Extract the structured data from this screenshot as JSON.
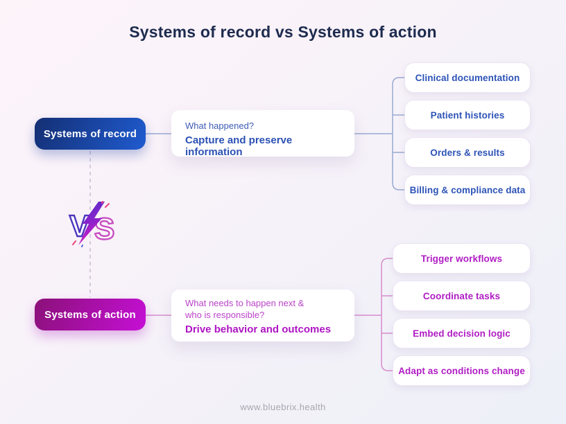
{
  "title": "Systems of record vs Systems of action",
  "vs_label": "VS",
  "record": {
    "label": "Systems of record",
    "question": "What happened?",
    "statement": "Capture and preserve information",
    "items": [
      "Clinical documentation",
      "Patient histories",
      "Orders & results",
      "Billing & compliance data"
    ]
  },
  "action": {
    "label": "Systems of action",
    "question_line1": "What needs to happen next &",
    "question_line2": "who is responsible?",
    "statement": "Drive behavior and outcomes",
    "items": [
      "Trigger workflows",
      "Coordinate tasks",
      "Embed decision logic",
      "Adapt as conditions change"
    ]
  },
  "footer": "www.bluebrix.health",
  "colors": {
    "title": "#1d2b4e",
    "record_accent": "#2c51b4",
    "action_accent": "#ae14c3",
    "record_connector": "#98a9d1",
    "action_connector": "#d58ccd",
    "dashed_line": "#c7c0d6"
  }
}
